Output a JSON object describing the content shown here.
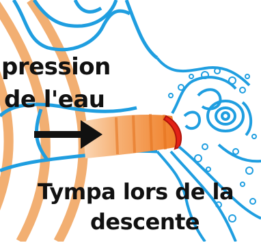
{
  "labels": {
    "line1": "pression",
    "line2": "de l'eau",
    "caption_line1": "Tympa lors de la",
    "caption_line2": "descente"
  },
  "colors": {
    "ear_outline": "#1f9ee0",
    "pressure_waves": "#f0a25a",
    "canal_fill": "#f28a2e",
    "eardrum": "#e32216",
    "arrow": "#111111",
    "background": "#ffffff"
  },
  "icons": {
    "arrow": "right-arrow-icon"
  }
}
